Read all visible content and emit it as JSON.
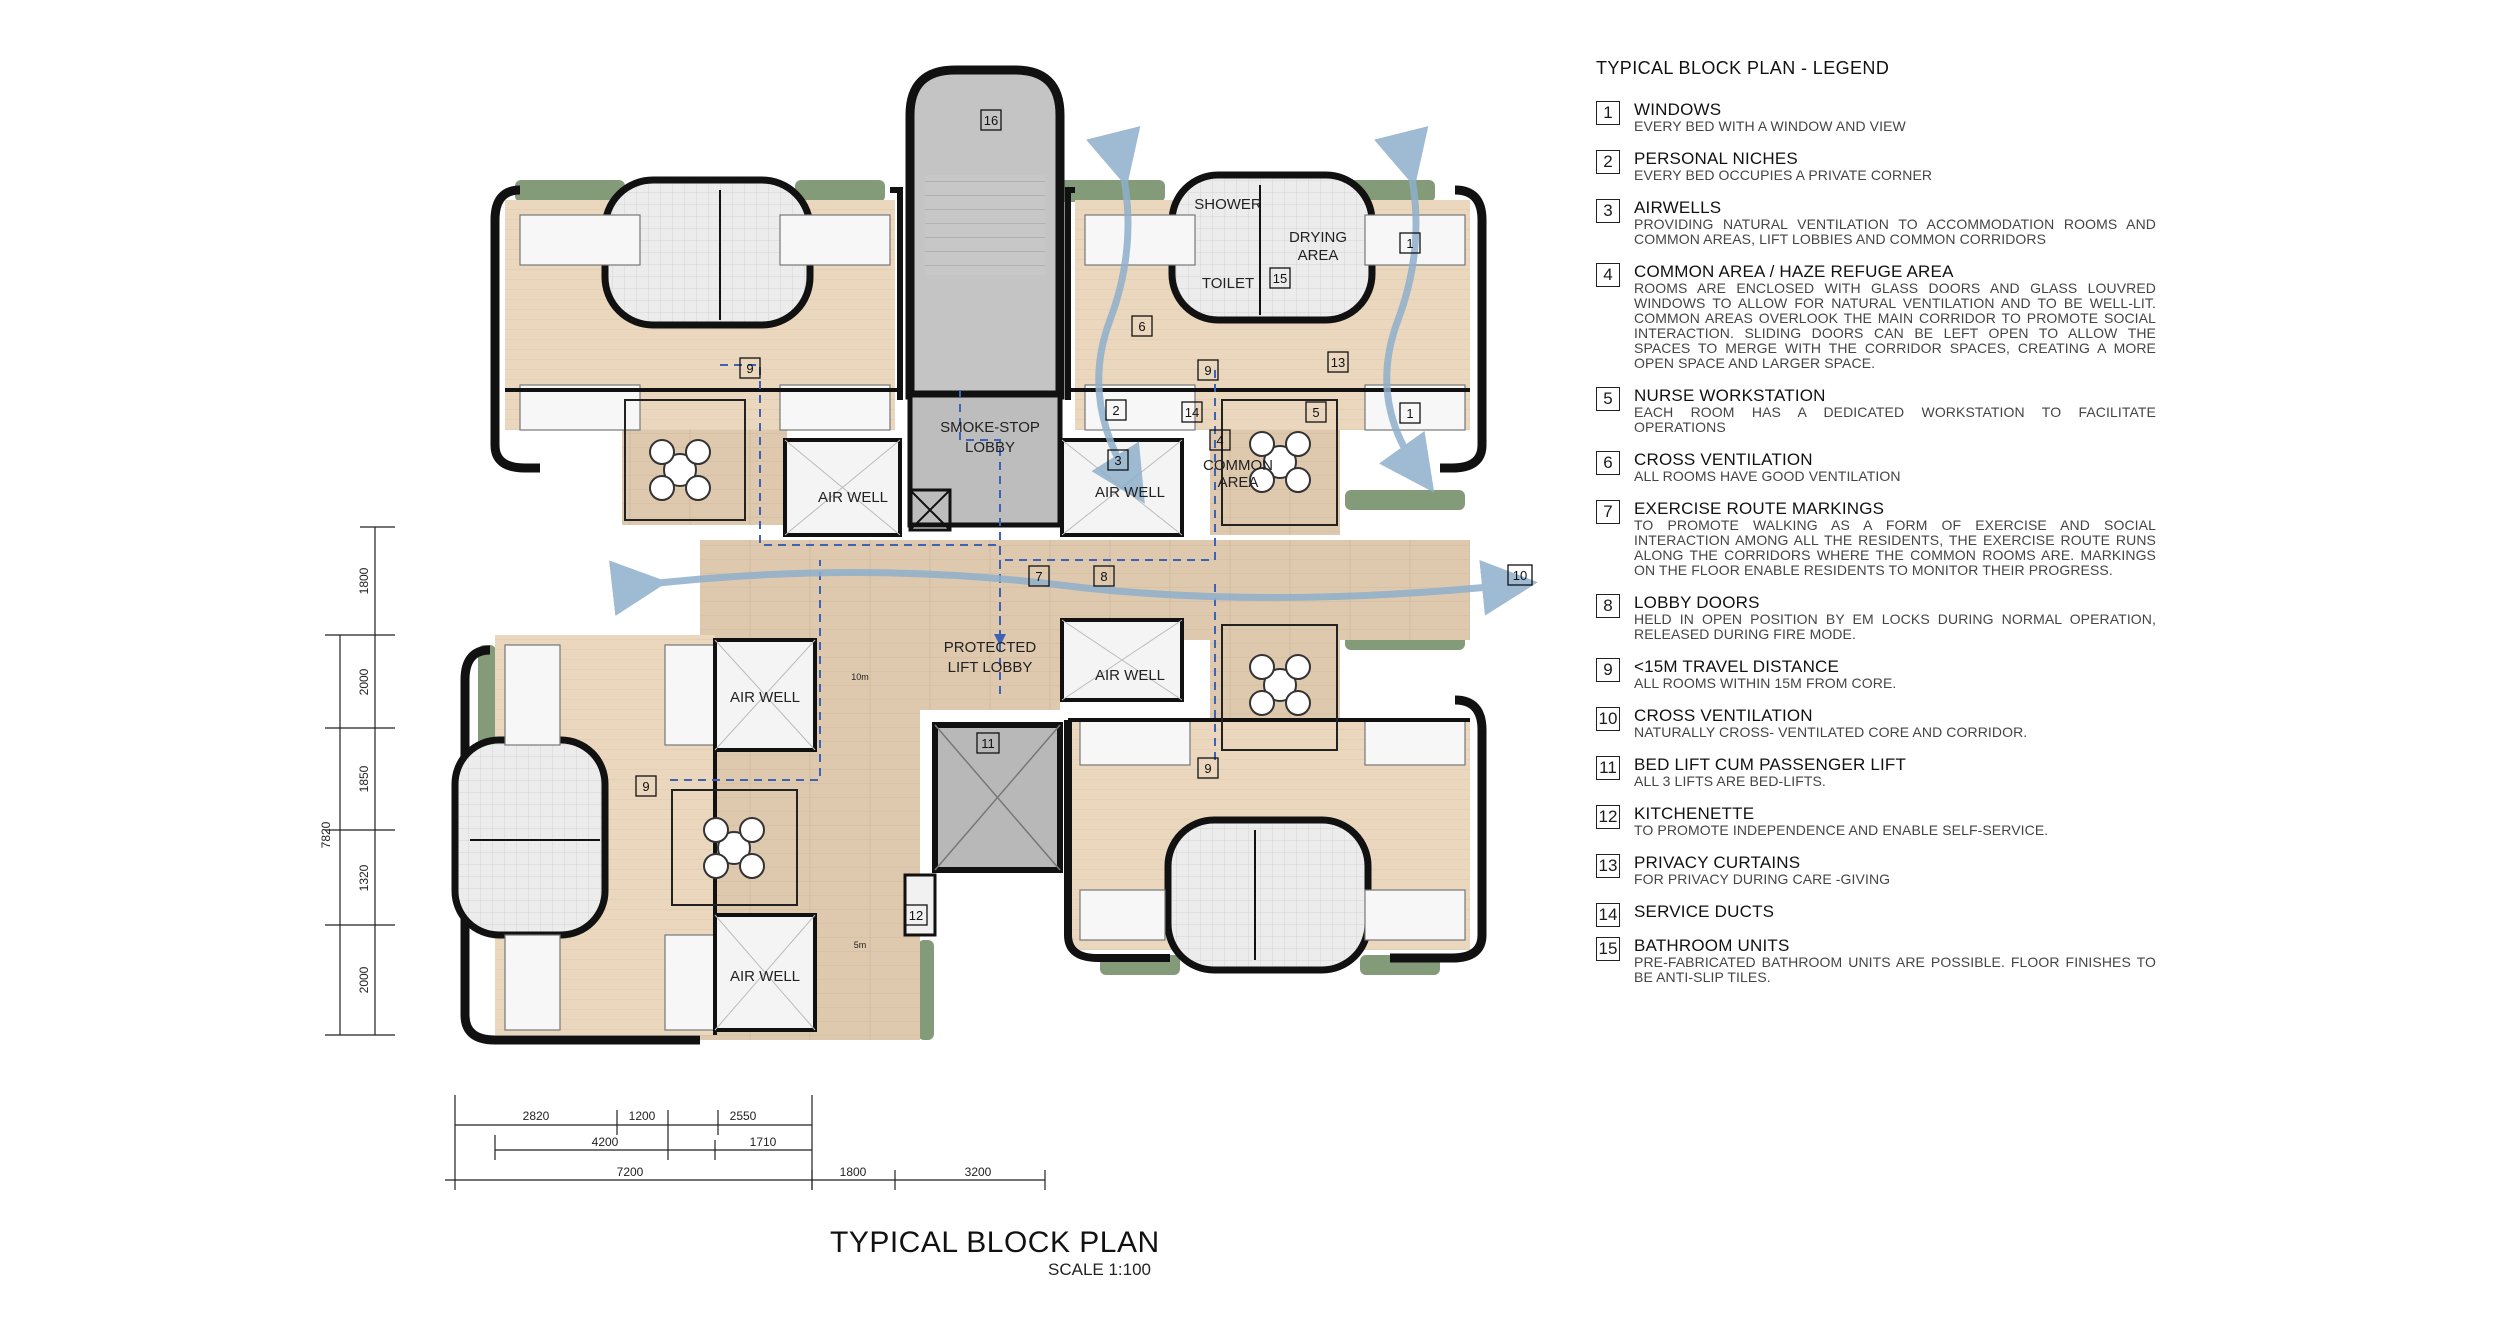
{
  "title": "TYPICAL BLOCK PLAN",
  "scale": "SCALE 1:100",
  "legend": {
    "heading": "TYPICAL BLOCK PLAN - LEGEND",
    "items": [
      {
        "num": "1",
        "title": "WINDOWS",
        "desc": "EVERY BED WITH A WINDOW AND VIEW"
      },
      {
        "num": "2",
        "title": "PERSONAL NICHES",
        "desc": "EVERY BED OCCUPIES A PRIVATE CORNER"
      },
      {
        "num": "3",
        "title": "AIRWELLS",
        "desc": "PROVIDING NATURAL VENTILATION TO ACCOMMODATION ROOMS AND COMMON AREAS, LIFT LOBBIES AND COMMON CORRIDORS"
      },
      {
        "num": "4",
        "title": "COMMON AREA / HAZE REFUGE AREA",
        "desc": "ROOMS ARE ENCLOSED WITH GLASS DOORS AND GLASS LOUVRED WINDOWS TO ALLOW FOR NATURAL VENTILATION AND TO BE WELL-LIT. COMMON AREAS OVERLOOK THE MAIN CORRIDOR TO PROMOTE SOCIAL INTERACTION. SLIDING DOORS CAN BE LEFT OPEN TO ALLOW THE SPACES TO MERGE WITH THE CORRIDOR SPACES, CREATING A MORE OPEN SPACE AND LARGER SPACE."
      },
      {
        "num": "5",
        "title": "NURSE WORKSTATION",
        "desc": "EACH ROOM HAS A DEDICATED WORKSTATION TO FACILITATE OPERATIONS"
      },
      {
        "num": "6",
        "title": "CROSS VENTILATION",
        "desc": "ALL ROOMS HAVE GOOD VENTILATION"
      },
      {
        "num": "7",
        "title": "EXERCISE ROUTE MARKINGS",
        "desc": "TO PROMOTE WALKING AS A FORM OF EXERCISE AND  SOCIAL INTERACTION AMONG ALL THE RESIDENTS, THE EXERCISE ROUTE RUNS ALONG THE CORRIDORS WHERE THE COMMON ROOMS ARE. MARKINGS ON THE FLOOR ENABLE RESIDENTS TO MONITOR THEIR PROGRESS."
      },
      {
        "num": "8",
        "title": "LOBBY DOORS",
        "desc": "HELD IN OPEN POSITION BY EM LOCKS DURING NORMAL OPERATION, RELEASED DURING FIRE MODE."
      },
      {
        "num": "9",
        "title": "<15M TRAVEL DISTANCE",
        "desc": "ALL ROOMS WITHIN 15M FROM CORE."
      },
      {
        "num": "10",
        "title": "CROSS VENTILATION",
        "desc": "NATURALLY CROSS- VENTILATED CORE AND CORRIDOR."
      },
      {
        "num": "11",
        "title": "BED LIFT CUM PASSENGER LIFT",
        "desc": "ALL 3 LIFTS ARE BED-LIFTS."
      },
      {
        "num": "12",
        "title": "KITCHENETTE",
        "desc": "TO PROMOTE INDEPENDENCE AND ENABLE SELF-SERVICE."
      },
      {
        "num": "13",
        "title": "PRIVACY CURTAINS",
        "desc": "FOR PRIVACY DURING CARE -GIVING"
      },
      {
        "num": "14",
        "title": "SERVICE DUCTS",
        "desc": ""
      },
      {
        "num": "15",
        "title": "BATHROOM UNITS",
        "desc": "PRE-FABRICATED BATHROOM UNITS ARE POSSIBLE. FLOOR FINISHES TO BE ANTI-SLIP TILES."
      }
    ]
  },
  "plan_labels": {
    "shower": "SHOWER",
    "toilet": "TOILET",
    "drying_area_1": "DRYING",
    "drying_area_2": "AREA",
    "smoke_stop_1": "SMOKE-STOP",
    "smoke_stop_2": "LOBBY",
    "protected_1": "PROTECTED",
    "protected_2": "LIFT LOBBY",
    "common_1": "COMMON",
    "common_2": "AREA",
    "air_well": "AIR WELL",
    "dist_10m": "10m",
    "dist_5m": "5m"
  },
  "plan_numbers": {
    "n16": "16",
    "n1": "1",
    "n15": "15",
    "n6": "6",
    "n13": "13",
    "n9": "9",
    "n2": "2",
    "n14": "14",
    "n4": "4",
    "n5": "5",
    "n3": "3",
    "n7": "7",
    "n8": "8",
    "n10": "10",
    "n11": "11",
    "n12": "12"
  },
  "dimensions": {
    "v": [
      "1800",
      "2000",
      "1850",
      "1320",
      "2000"
    ],
    "v_total": "7820",
    "h_row1": [
      "2820",
      "1200",
      "2550"
    ],
    "h_row2": [
      "4200",
      "1710"
    ],
    "h_row3": [
      "7200",
      "1800",
      "3200"
    ]
  },
  "colors": {
    "floor_wood": "#e9d6bd",
    "corridor": "#dcc7ae",
    "tile": "#ebebeb",
    "core": "#bdbdbd",
    "wall": "#111111",
    "greenery": "#6f8a63",
    "airflow": "#8fb0cc"
  }
}
